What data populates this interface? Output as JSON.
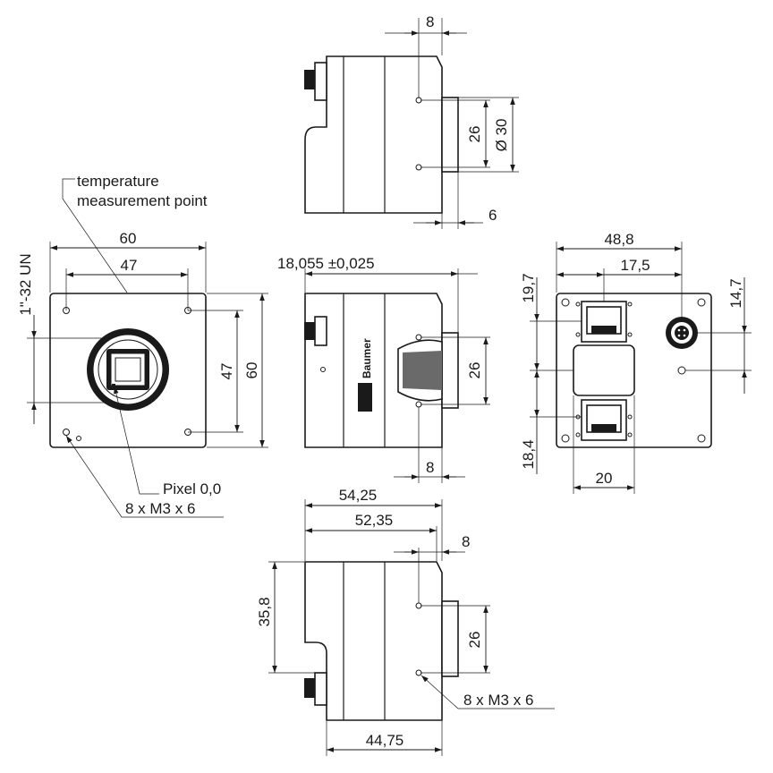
{
  "labels": {
    "temperature_point": [
      "temperature",
      "measurement point"
    ],
    "thread": "1\"-32 UN",
    "pixel_origin": "Pixel 0,0",
    "screws_front": "8 x M3 x 6",
    "screws_bottom": "8 x M3 x 6",
    "brand": "Baumer"
  },
  "dimensions": {
    "top_view": {
      "flange": "8",
      "pitch": "26",
      "diameter": "Ø 30",
      "depth": "6"
    },
    "front_view": {
      "width": "60",
      "hole_spacing_h": "47",
      "hole_spacing_v": "47",
      "height": "60"
    },
    "side_view": {
      "flange_distance": "18,055 ±0,025",
      "pitch": "26",
      "flange": "8"
    },
    "back_view": {
      "width_48_8": "48,8",
      "width_17_5": "17,5",
      "offset_19_7": "19,7",
      "offset_14_7": "14,7",
      "offset_18_4": "18,4",
      "port_width": "20"
    },
    "bottom_view": {
      "length_54_25": "54,25",
      "length_52_35": "52,35",
      "flange": "8",
      "height_35_8": "35,8",
      "pitch": "26",
      "length_44_75": "44,75"
    }
  }
}
